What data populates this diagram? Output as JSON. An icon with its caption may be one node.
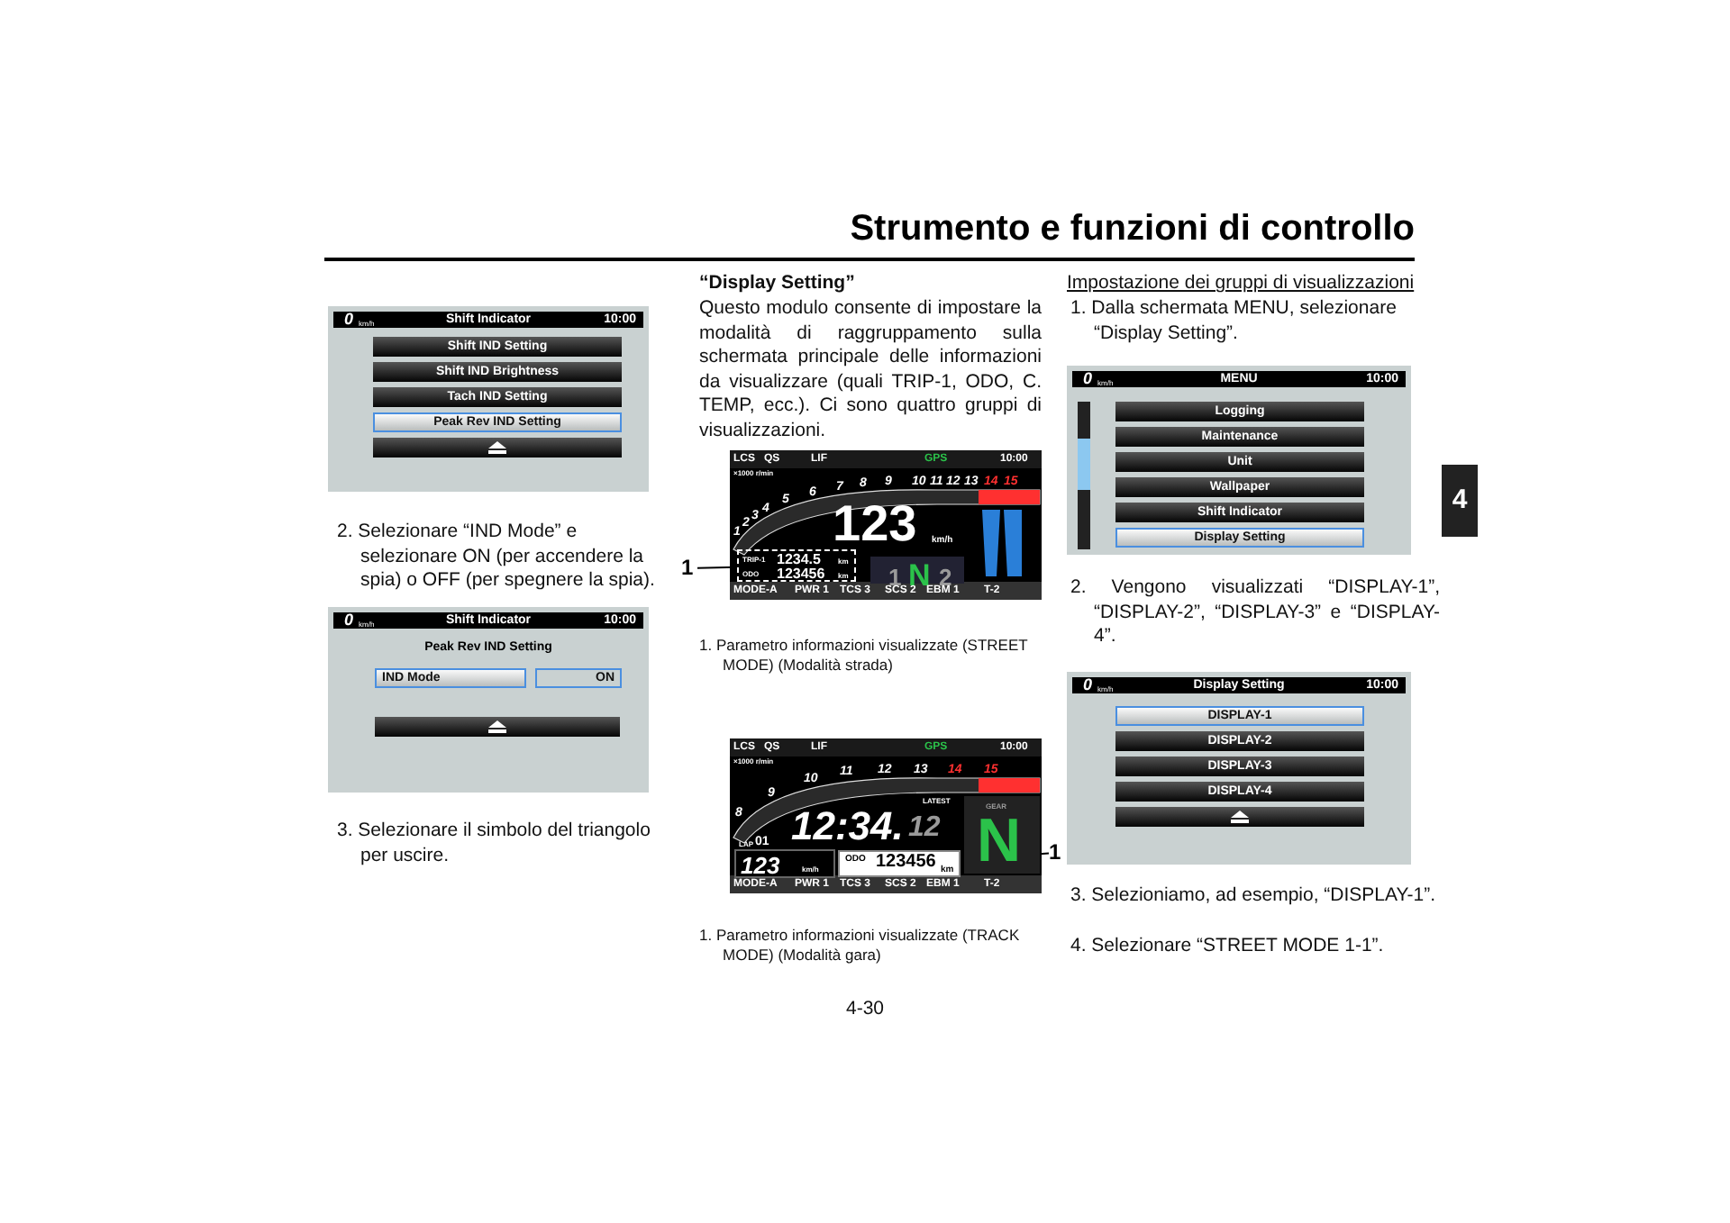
{
  "diagram": {
    "title": "Strumento e funzioni di controllo",
    "nodes": [
      {
        "text": [
          "4"
        ]
      },
      {
        "text": [
          "0",
          "km/h",
          "Shift Indicator",
          "10:00"
        ]
      },
      {
        "text": [
          "Shift IND Setting"
        ],
        "in": 1
      },
      {
        "text": [
          "Shift IND Brightness"
        ],
        "in": 1
      },
      {
        "text": [
          "Tach IND Setting"
        ],
        "in": 1
      },
      {
        "text": [
          "Peak Rev IND Setting"
        ],
        "in": 1
      },
      {
        "text": [],
        "shape": "box",
        "in": 1
      },
      {
        "text": [
          "0",
          "km/h",
          "Shift Indicator",
          "10:00",
          "Peak Rev IND Setting"
        ]
      },
      {
        "text": [
          "IND Mode"
        ],
        "in": 7
      },
      {
        "text": [
          "ON"
        ],
        "in": 7
      },
      {
        "text": [],
        "shape": "box",
        "in": 7
      },
      {
        "text": [
          "LCS",
          "QS",
          "LIF",
          "GPS",
          "10:00",
          "×1000 r/min",
          "1",
          "2",
          "3",
          "4",
          "5",
          "6",
          "7",
          "8",
          "9",
          "10",
          "11",
          "12",
          "13",
          "14",
          "15",
          "123",
          "km/h",
          "1",
          "N",
          "2",
          "MODE-A",
          "PWR 1",
          "TCS 3",
          "SCS 2",
          "EBM 1",
          "T-2"
        ]
      },
      {
        "text": [
          "TRIP-1",
          "1234.5",
          "km",
          "ODO",
          "123456",
          "km"
        ],
        "in": 11
      },
      {
        "text": [
          "1"
        ]
      },
      {
        "text": [
          "LCS",
          "QS",
          "LIF",
          "GPS",
          "10:00",
          "×1000 r/min",
          "8",
          "9",
          "10",
          "11",
          "12",
          "13",
          "14",
          "15",
          "LAP",
          "01",
          "LATEST",
          "12:34.",
          "12",
          "123",
          "km/h",
          "GEAR",
          "N",
          "MODE-A",
          "PWR 1",
          "TCS 3",
          "SCS 2",
          "EBM 1",
          "T-2"
        ]
      },
      {
        "text": [
          "ODO",
          "123456",
          "km"
        ],
        "in": 14
      },
      {
        "text": [
          "1"
        ]
      },
      {
        "text": [
          "0",
          "km/h",
          "MENU",
          "10:00"
        ]
      },
      {
        "text": [
          "Logging"
        ],
        "in": 17
      },
      {
        "text": [
          "Maintenance"
        ],
        "in": 17
      },
      {
        "text": [
          "Unit"
        ],
        "in": 17
      },
      {
        "text": [
          "Wallpaper"
        ],
        "in": 17
      },
      {
        "text": [
          "Shift Indicator"
        ],
        "in": 17
      },
      {
        "text": [
          "Display Setting"
        ],
        "in": 17
      },
      {
        "text": [
          "0",
          "km/h",
          "Display Setting",
          "10:00"
        ]
      },
      {
        "text": [
          "DISPLAY-1"
        ],
        "in": 24
      },
      {
        "text": [
          "DISPLAY-2"
        ],
        "in": 24
      },
      {
        "text": [
          "DISPLAY-3"
        ],
        "in": 24
      },
      {
        "text": [
          "DISPLAY-4"
        ],
        "in": 24
      },
      {
        "text": [],
        "shape": "box",
        "in": 24
      }
    ],
    "edges": [
      {
        "from": 13,
        "to": 12,
        "arrow": "none"
      },
      {
        "from": 16,
        "to": 15,
        "arrow": "none"
      }
    ],
    "labels": [
      "2. Selezionare “IND Mode” e selezionare ON (per accendere la spia) o OFF (per spegnere la spia).",
      "3. Selezionare il simbolo del triangolo per uscire.",
      "“Display Setting”",
      "Questo modulo consente di impostare la modalità di raggruppamento sulla schermata principale delle informazioni da visualizzare (quali TRIP-1, ODO, C. TEMP, ecc.). Ci sono quattro gruppi di visualizzazioni.",
      "1. Parametro informazioni visualizzate (STREET MODE) (Modalità strada)",
      "1. Parametro informazioni visualizzate (TRACK MODE) (Modalità gara)",
      "Impostazione dei gruppi di visualizzazioni",
      "1. Dalla schermata MENU, selezionare “Display Setting”.",
      "2. Vengono visualizzati “DISPLAY-1”, “DISPLAY-2”, “DISPLAY-3” e “DISPLAY-4”.",
      "3. Selezioniamo, ad esempio, “DISPLAY-1”.",
      "4. Selezionare “STREET MODE 1-1”.",
      "4-30"
    ]
  }
}
